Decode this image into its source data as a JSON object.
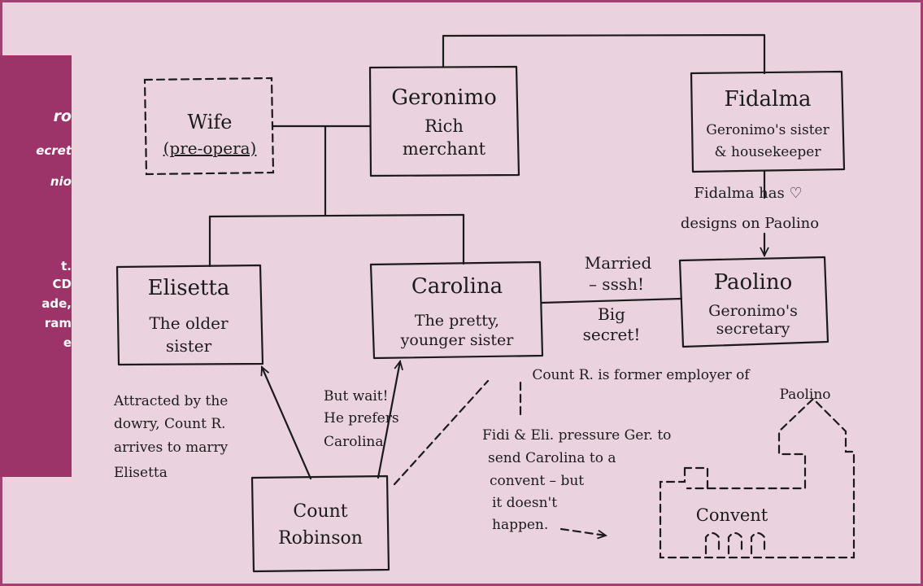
{
  "sidebar": {
    "lines": [
      "ro",
      "ecret",
      "nio",
      "t.",
      " CD",
      "ade,",
      "ram",
      "e"
    ]
  },
  "nodes": {
    "wife": {
      "line1": "Wife",
      "line2": "(pre-opera)"
    },
    "geronimo": {
      "line1": "Geronimo",
      "line2": "Rich",
      "line3": "merchant"
    },
    "fidalma": {
      "line1": "Fidalma",
      "line2": "Geronimo's sister",
      "line3": "& housekeeper"
    },
    "elisetta": {
      "line1": "Elisetta",
      "line2": "The older",
      "line3": "sister"
    },
    "carolina": {
      "line1": "Carolina",
      "line2": "The pretty,",
      "line3": "younger sister"
    },
    "paolino": {
      "line1": "Paolino",
      "line2": "Geronimo's",
      "line3": "secretary"
    },
    "count": {
      "line1": "Count",
      "line2": "Robinson"
    },
    "convent": {
      "line1": "Convent"
    }
  },
  "annotations": {
    "fidalma_designs": [
      "Fidalma has ♡",
      "designs on Paolino"
    ],
    "married": [
      "Married",
      "– sssh!"
    ],
    "big_secret": [
      "Big",
      "secret!"
    ],
    "count_former": [
      "Count R. is former employer of",
      "Paolino"
    ],
    "attracted": [
      "Attracted by the",
      "dowry, Count R.",
      "arrives to marry",
      "Elisetta"
    ],
    "but_wait": [
      "But wait!",
      "He prefers",
      "Carolina"
    ],
    "pressure": [
      "Fidi & Eli. pressure Ger. to",
      "send Carolina to a",
      "convent – but",
      "it doesn't",
      "happen."
    ]
  },
  "colors": {
    "background": "#ead3de",
    "border": "#a43f72",
    "sidebar": "#9c3369",
    "ink": "#1b1b1b"
  }
}
